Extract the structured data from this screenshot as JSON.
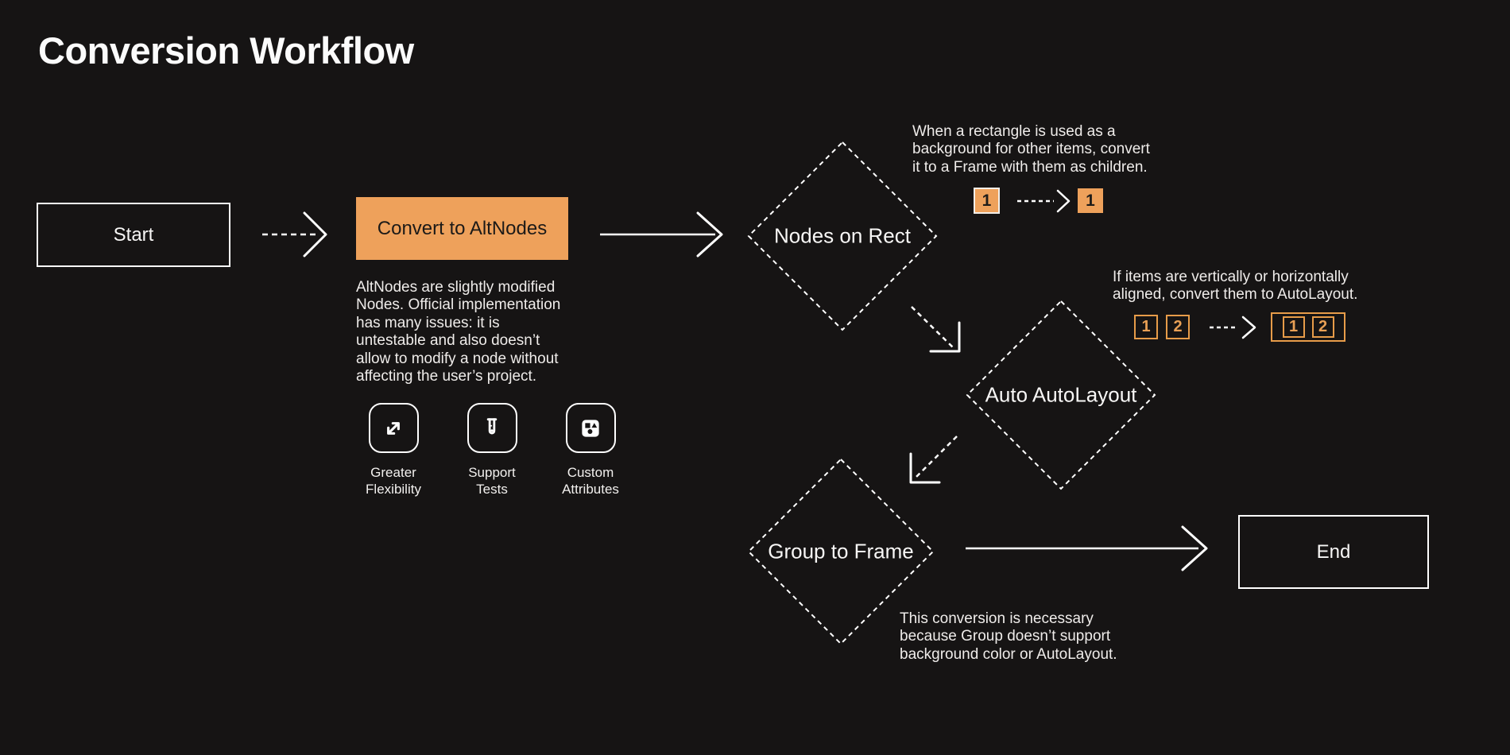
{
  "page": {
    "title": "Conversion Workflow",
    "background_color": "#161414",
    "accent_color": "#EEA15B",
    "line_color": "#FFFFFF"
  },
  "nodes": {
    "start": {
      "label": "Start"
    },
    "convert": {
      "label": "Convert to AltNodes",
      "description": "AltNodes are slightly modified\nNodes. Official implementation\nhas many issues: it is\nuntestable and also doesn’t\nallow to modify a node without\naffecting the user’s project."
    },
    "nodes_on_rect": {
      "label": "Nodes on Rect"
    },
    "auto_autolayout": {
      "label": "Auto AutoLayout"
    },
    "group_to_frame": {
      "label": "Group to Frame"
    },
    "end": {
      "label": "End"
    }
  },
  "features": [
    {
      "icon": "expand-arrows-icon",
      "label": "Greater\nFlexibility"
    },
    {
      "icon": "test-tube-icon",
      "label": "Support\nTests"
    },
    {
      "icon": "shapes-icon",
      "label": "Custom\nAttributes"
    }
  ],
  "annotations": {
    "rect_note": {
      "text": "When a rectangle is used as a\nbackground for other items, convert\nit to a Frame with them as children.",
      "before": [
        "1"
      ],
      "after": [
        "1"
      ]
    },
    "autolayout_note": {
      "text": "If items are vertically or horizontally\naligned, convert them to AutoLayout.",
      "before": [
        "1",
        "2"
      ],
      "after": [
        "1",
        "2"
      ]
    },
    "frame_note": {
      "text": "This conversion is necessary\nbecause Group doesn’t support\nbackground color or AutoLayout."
    }
  }
}
